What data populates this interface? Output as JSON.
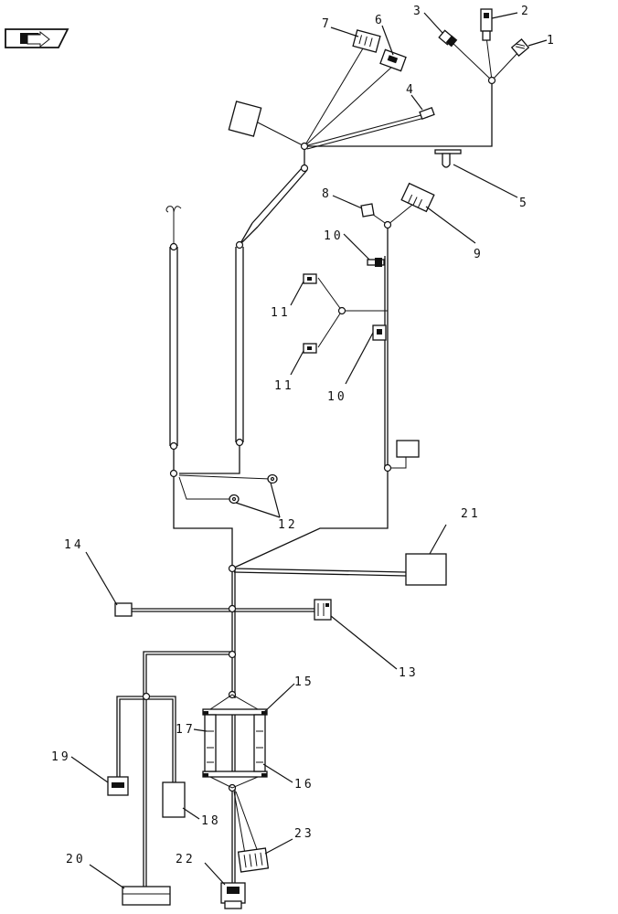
{
  "callouts": {
    "c1": "1",
    "c2": "2",
    "c3": "3",
    "c4": "4",
    "c5": "5",
    "c6": "6",
    "c7": "7",
    "c8": "8",
    "c9": "9",
    "c10a": "10",
    "c10b": "10",
    "c11a": "11",
    "c11b": "11",
    "c12": "12",
    "c13": "13",
    "c14": "14",
    "c15": "15",
    "c16": "16",
    "c17": "17",
    "c18": "18",
    "c19": "19",
    "c20": "20",
    "c21": "21",
    "c22": "22",
    "c23": "23"
  }
}
